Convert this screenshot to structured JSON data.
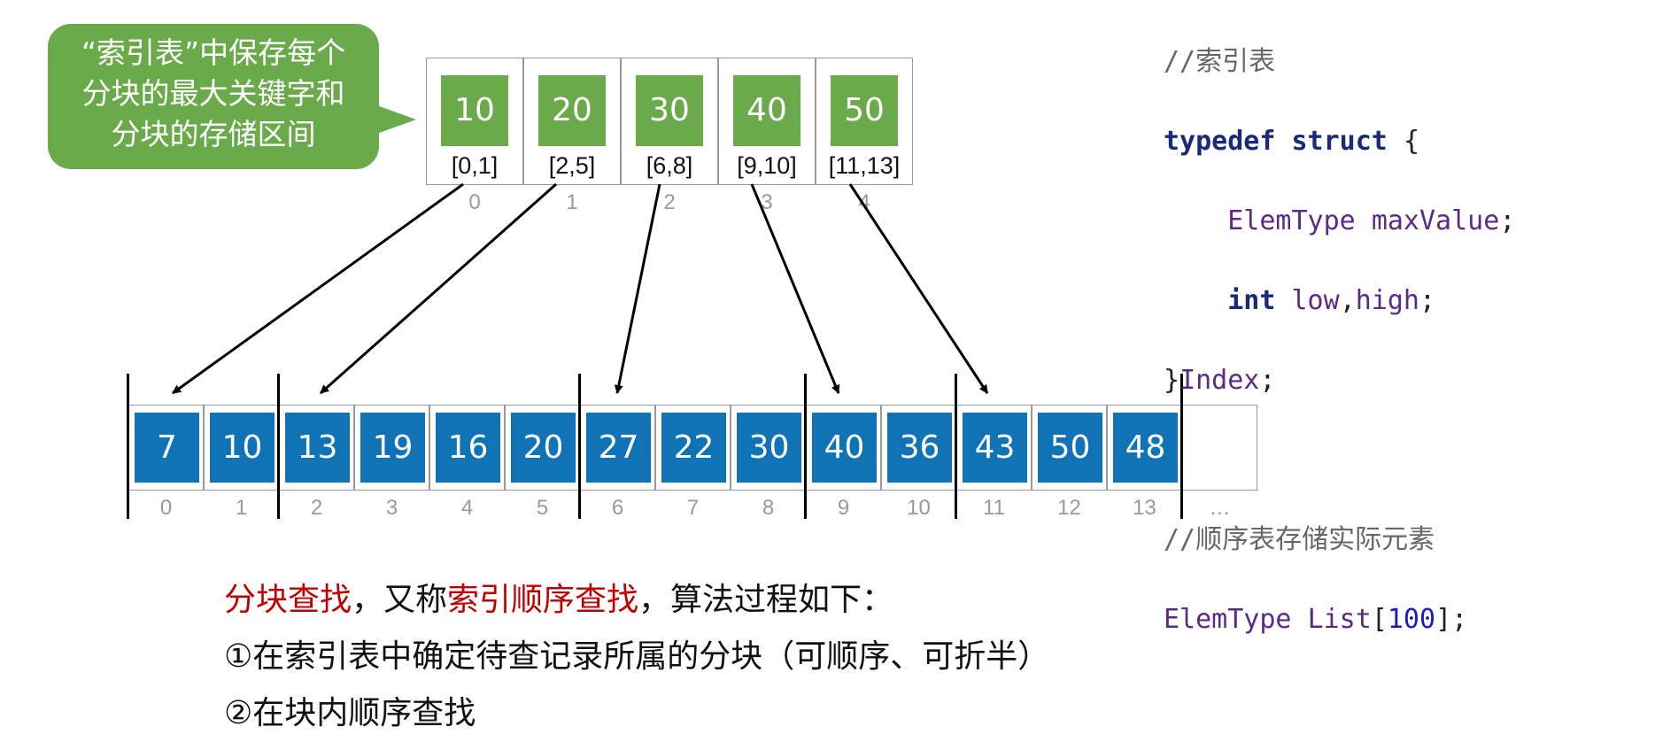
{
  "bubble": {
    "lines": [
      "“索引表”中保存每个",
      "分块的最大关键字和",
      "分块的存储区间"
    ]
  },
  "index_table": [
    {
      "value": "10",
      "range": "[0,1]",
      "index": "0"
    },
    {
      "value": "20",
      "range": "[2,5]",
      "index": "1"
    },
    {
      "value": "30",
      "range": "[6,8]",
      "index": "2"
    },
    {
      "value": "40",
      "range": "[9,10]",
      "index": "3"
    },
    {
      "value": "50",
      "range": "[11,13]",
      "index": "4"
    }
  ],
  "list": {
    "values": [
      "7",
      "10",
      "13",
      "19",
      "16",
      "20",
      "27",
      "22",
      "30",
      "40",
      "36",
      "43",
      "50",
      "48"
    ],
    "indices": [
      "0",
      "1",
      "2",
      "3",
      "4",
      "5",
      "6",
      "7",
      "8",
      "9",
      "10",
      "11",
      "12",
      "13",
      "…"
    ]
  },
  "code": {
    "comment1": "//索引表",
    "kw_typedef": "typedef",
    "kw_struct": "struct",
    "brace_open": "{",
    "t_elemtype": "ElemType",
    "f_maxvalue": "maxValue",
    "semi": ";",
    "kw_int": "int",
    "f_low": "low",
    "comma": ",",
    "f_high": "high",
    "brace_close": "}",
    "t_index": "Index",
    "comment2": "//顺序表存储实际元素",
    "t_elemtype2": "ElemType",
    "v_list": "List",
    "bracket_open": "[",
    "num_100": "100",
    "bracket_close": "];"
  },
  "description": {
    "line1_part1": "分块查找",
    "line1_part2": "，又称",
    "line1_part3": "索引顺序查找",
    "line1_part4": "，算法过程如下：",
    "line2": "①在索引表中确定待查记录所属的分块（可顺序、可折半）",
    "line3": "②在块内顺序查找"
  },
  "colors": {
    "green": "#6aaa4b",
    "blue": "#0f73b5",
    "red": "#c00000"
  }
}
